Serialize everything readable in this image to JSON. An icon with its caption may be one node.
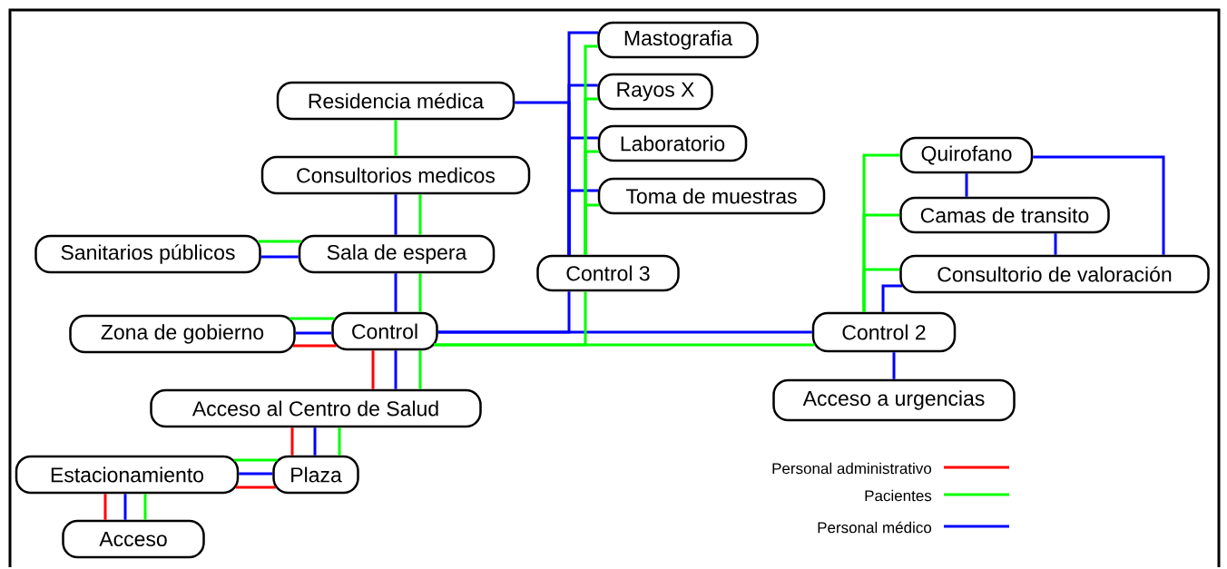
{
  "diagram": {
    "nodes": [
      {
        "text": [
          "Mastografia"
        ]
      },
      {
        "text": [
          "Residencia médica"
        ]
      },
      {
        "text": [
          "Rayos X"
        ]
      },
      {
        "text": [
          "Laboratorio"
        ]
      },
      {
        "text": [
          "Quirofano"
        ]
      },
      {
        "text": [
          "Consultorios medicos"
        ]
      },
      {
        "text": [
          "Toma de muestras"
        ]
      },
      {
        "text": [
          "Camas de transito"
        ]
      },
      {
        "text": [
          "Sanitarios públicos"
        ]
      },
      {
        "text": [
          "Sala de espera"
        ]
      },
      {
        "text": [
          "Control 3"
        ]
      },
      {
        "text": [
          "Consultorio de valoración"
        ]
      },
      {
        "text": [
          "Zona de gobierno"
        ]
      },
      {
        "text": [
          "Control"
        ]
      },
      {
        "text": [
          "Control 2"
        ]
      },
      {
        "text": [
          "Acceso al Centro de Salud"
        ]
      },
      {
        "text": [
          "Acceso a urgencias"
        ]
      },
      {
        "text": [
          "Estacionamiento"
        ]
      },
      {
        "text": [
          "Plaza"
        ]
      },
      {
        "text": [
          "Acceso"
        ]
      }
    ],
    "edges": [
      {
        "from": 1,
        "to": 5,
        "arrow": "none",
        "color": "#00ff00"
      },
      {
        "from": 5,
        "to": 9,
        "arrow": "none",
        "color": "#0000ff"
      },
      {
        "from": 5,
        "to": 9,
        "arrow": "none",
        "color": "#00ff00"
      },
      {
        "from": 8,
        "to": 9,
        "arrow": "none",
        "color": "#00ff00"
      },
      {
        "from": 8,
        "to": 9,
        "arrow": "none",
        "color": "#0000ff"
      },
      {
        "from": 9,
        "to": 13,
        "arrow": "none",
        "color": "#0000ff"
      },
      {
        "from": 9,
        "to": 13,
        "arrow": "none",
        "color": "#00ff00"
      },
      {
        "from": 12,
        "to": 13,
        "arrow": "none",
        "color": "#00ff00"
      },
      {
        "from": 12,
        "to": 13,
        "arrow": "none",
        "color": "#0000ff"
      },
      {
        "from": 12,
        "to": 13,
        "arrow": "none",
        "color": "#ff0000"
      },
      {
        "from": 13,
        "to": 15,
        "arrow": "none",
        "color": "#ff0000"
      },
      {
        "from": 13,
        "to": 15,
        "arrow": "none",
        "color": "#0000ff"
      },
      {
        "from": 13,
        "to": 15,
        "arrow": "none",
        "color": "#00ff00"
      },
      {
        "from": 15,
        "to": 18,
        "arrow": "none",
        "color": "#ff0000"
      },
      {
        "from": 15,
        "to": 18,
        "arrow": "none",
        "color": "#0000ff"
      },
      {
        "from": 15,
        "to": 18,
        "arrow": "none",
        "color": "#00ff00"
      },
      {
        "from": 17,
        "to": 18,
        "arrow": "none",
        "color": "#00ff00"
      },
      {
        "from": 17,
        "to": 18,
        "arrow": "none",
        "color": "#0000ff"
      },
      {
        "from": 17,
        "to": 18,
        "arrow": "none",
        "color": "#ff0000"
      },
      {
        "from": 17,
        "to": 19,
        "arrow": "none",
        "color": "#ff0000"
      },
      {
        "from": 17,
        "to": 19,
        "arrow": "none",
        "color": "#0000ff"
      },
      {
        "from": 17,
        "to": 19,
        "arrow": "none",
        "color": "#00ff00"
      },
      {
        "from": 1,
        "to": 10,
        "arrow": "none",
        "color": "#0000ff"
      },
      {
        "from": 10,
        "to": 0,
        "arrow": "none",
        "color": "#0000ff"
      },
      {
        "from": 10,
        "to": 2,
        "arrow": "none",
        "color": "#0000ff"
      },
      {
        "from": 10,
        "to": 3,
        "arrow": "none",
        "color": "#0000ff"
      },
      {
        "from": 10,
        "to": 6,
        "arrow": "none",
        "color": "#0000ff"
      },
      {
        "from": 10,
        "to": 0,
        "arrow": "none",
        "color": "#00ff00"
      },
      {
        "from": 10,
        "to": 2,
        "arrow": "none",
        "color": "#00ff00"
      },
      {
        "from": 10,
        "to": 3,
        "arrow": "none",
        "color": "#00ff00"
      },
      {
        "from": 10,
        "to": 6,
        "arrow": "none",
        "color": "#00ff00"
      },
      {
        "from": 13,
        "to": 14,
        "arrow": "none",
        "color": "#0000ff"
      },
      {
        "from": 13,
        "to": 14,
        "arrow": "none",
        "color": "#00ff00"
      },
      {
        "from": 10,
        "to": 13,
        "arrow": "none",
        "color": "#0000ff"
      },
      {
        "from": 10,
        "to": 13,
        "arrow": "none",
        "color": "#00ff00"
      },
      {
        "from": 14,
        "to": 4,
        "arrow": "none",
        "color": "#00ff00"
      },
      {
        "from": 14,
        "to": 7,
        "arrow": "none",
        "color": "#00ff00"
      },
      {
        "from": 14,
        "to": 11,
        "arrow": "none",
        "color": "#00ff00"
      },
      {
        "from": 14,
        "to": 11,
        "arrow": "none",
        "color": "#0000ff"
      },
      {
        "from": 4,
        "to": 7,
        "arrow": "none",
        "color": "#0000ff"
      },
      {
        "from": 7,
        "to": 11,
        "arrow": "none",
        "color": "#0000ff"
      },
      {
        "from": 4,
        "to": 11,
        "arrow": "none",
        "color": "#0000ff"
      },
      {
        "from": 14,
        "to": 16,
        "arrow": "none",
        "color": "#0000ff"
      }
    ],
    "legend": [
      {
        "text": "Personal administrativo",
        "color": "#ff0000"
      },
      {
        "text": "Pacientes",
        "color": "#00ff00"
      },
      {
        "text": "Personal médico",
        "color": "#0000ff"
      }
    ]
  }
}
